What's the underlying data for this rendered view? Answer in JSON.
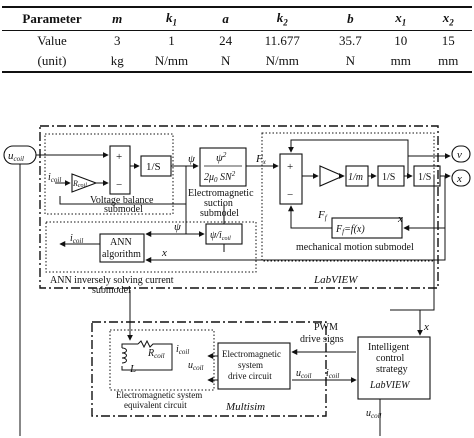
{
  "table": {
    "headers": [
      "Parameter",
      "m",
      "k1",
      "a",
      "k2",
      "b",
      "x1",
      "x2"
    ],
    "rows": [
      [
        "Value",
        "3",
        "1",
        "24",
        "11.677",
        "35.7",
        "10",
        "15"
      ],
      [
        "(unit)",
        "kg",
        "N/mm",
        "N",
        "N/mm",
        "N",
        "mm",
        "mm"
      ]
    ]
  },
  "diagram": {
    "signals": {
      "u_coil": "u",
      "u_coil_sub": "coil",
      "i_coil": "i",
      "i_coil_sub": "coil",
      "psi": "ψ",
      "F_x": "F",
      "F_x_sub": "x",
      "F_f": "F",
      "F_f_sub": "f",
      "v": "v",
      "x": "x",
      "R_coil": "R",
      "R_coil_sub": "coil",
      "L": "L"
    },
    "blocks": {
      "plus": "+",
      "minus": "−",
      "integrator": "1/S",
      "inv_mass": "1/m",
      "ann": "ANN",
      "ann2": "algorithm",
      "psi_over_i": "ψ/i",
      "psi_over_i_sub": "coil",
      "friction": "F",
      "friction_sub": "f",
      "friction_rhs": "=f(x)",
      "suction_num": "ψ",
      "suction_num_sup": "2",
      "suction_den": "2μ",
      "suction_den_sub": "0",
      "suction_den2": " SN",
      "suction_den_sup": "2"
    },
    "labels": {
      "voltage_balance_1": "Voltage balance",
      "voltage_balance_2": "submodel",
      "suction_1": "Electromagnetic",
      "suction_2": "suction",
      "suction_3": "submodel",
      "mechanical": "mechanical motion submodel",
      "ann_current_1": "ANN inversely solving current",
      "ann_current_2": "submodel",
      "labview": "LabVIEW",
      "pwm_1": "PWM",
      "pwm_2": "drive signs",
      "intelligent_1": "Intelligent",
      "intelligent_2": "control",
      "intelligent_3": "strategy",
      "intelligent_4": "LabVIEW",
      "drive_1": "Electromagnetic",
      "drive_2": "system",
      "drive_3": "drive circuit",
      "equiv_1": "Electromagnetic system",
      "equiv_2": "equivalent circuit",
      "multisim": "Multisim"
    }
  }
}
